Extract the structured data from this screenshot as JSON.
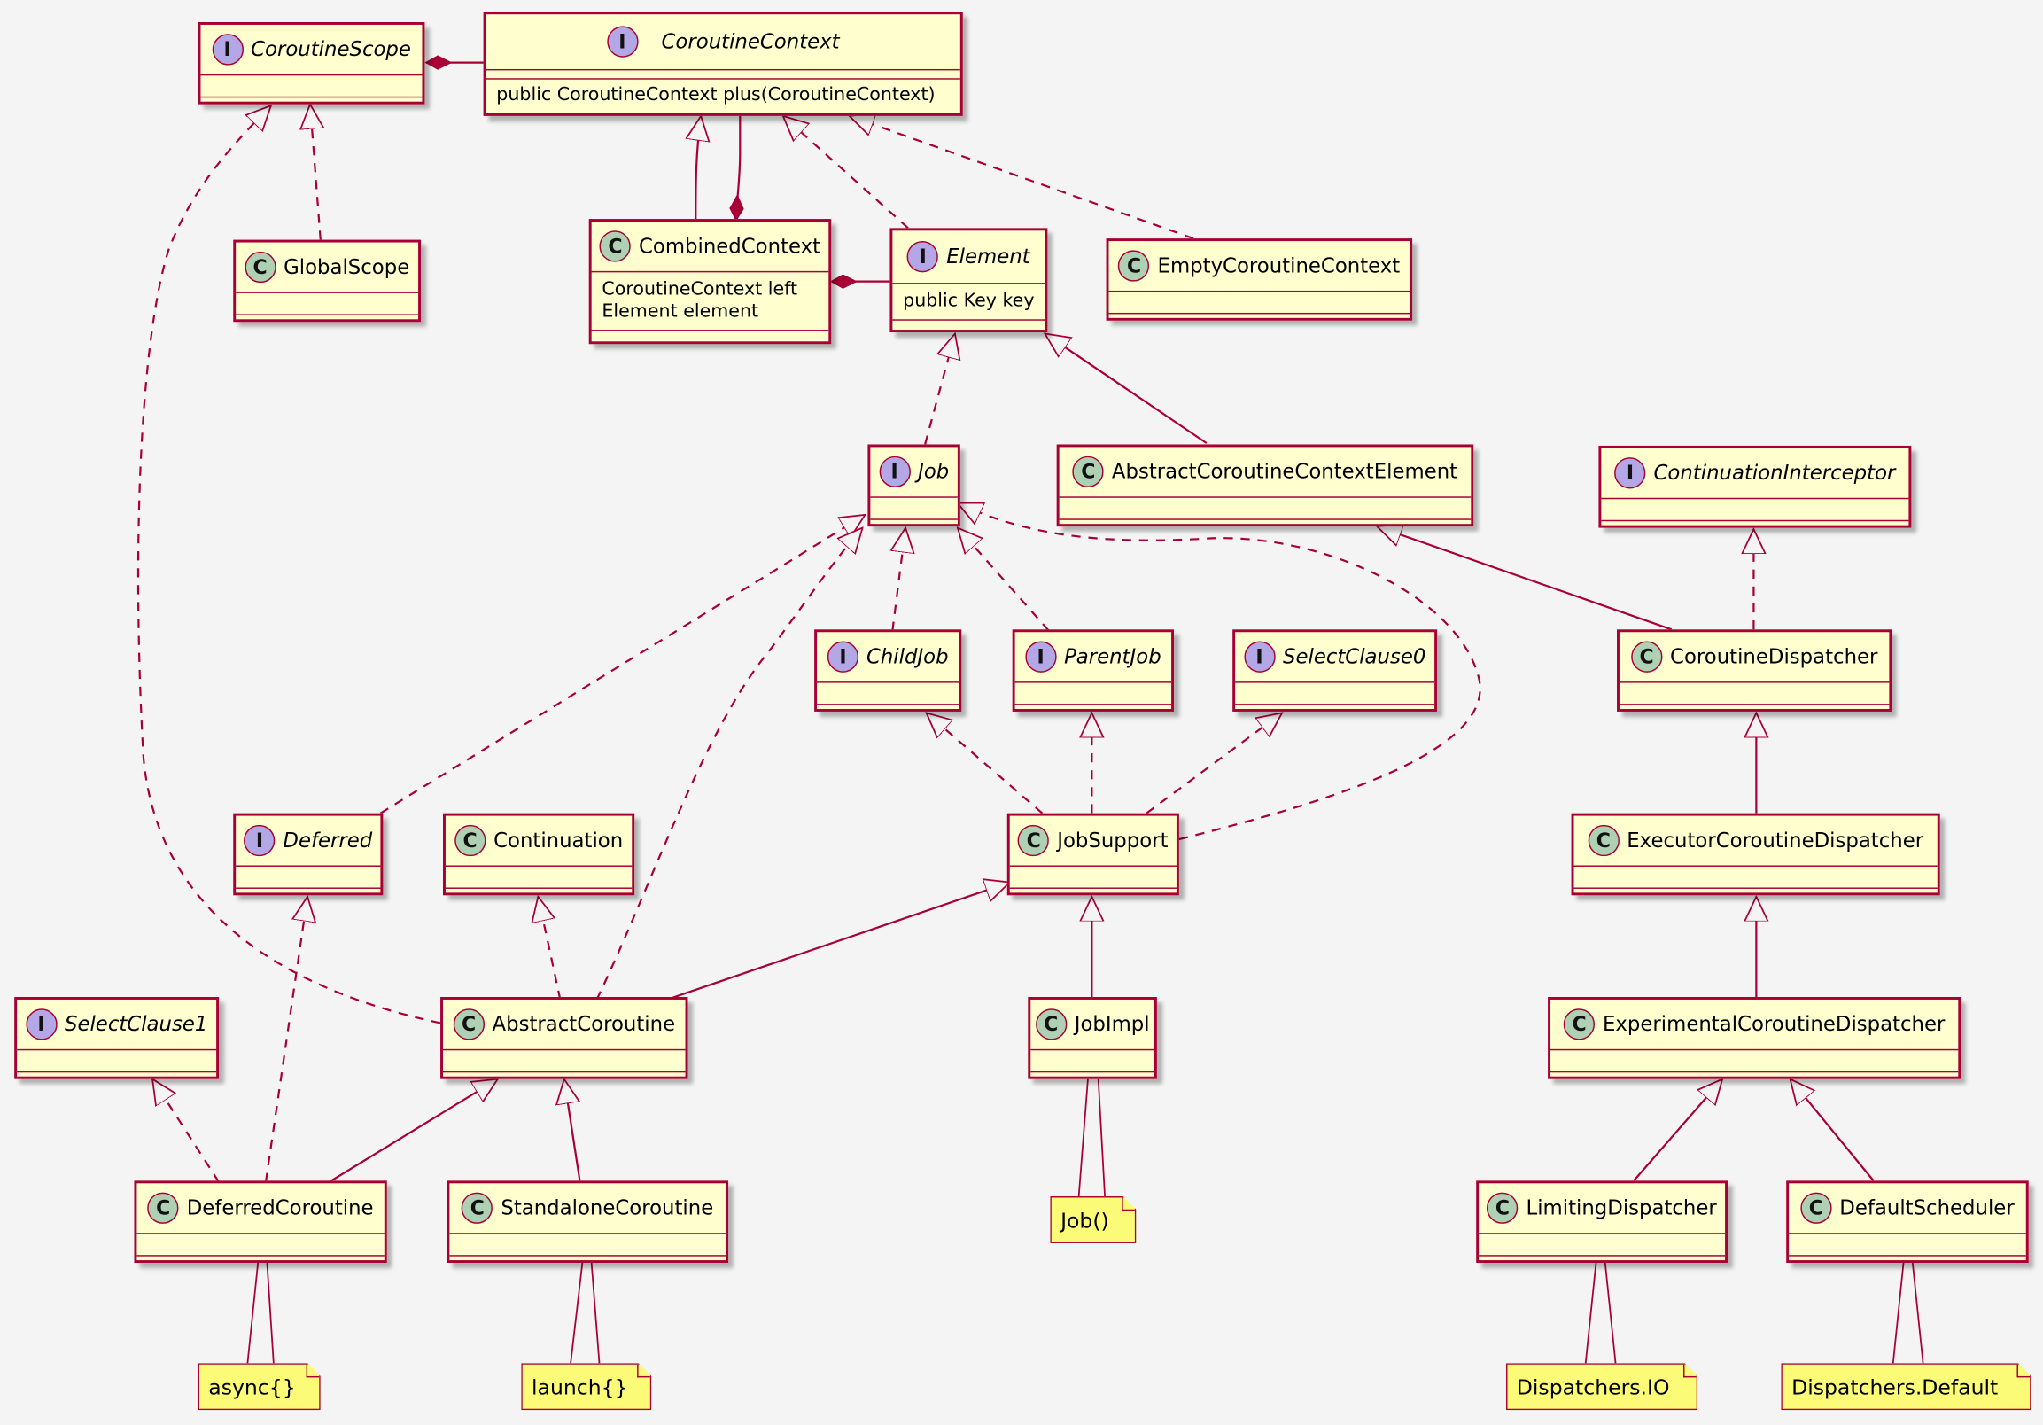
{
  "diagram": {
    "classes": {
      "coroutine_scope": {
        "stereotype": "I",
        "name": "CoroutineScope",
        "attrs": "",
        "methods": ""
      },
      "coroutine_context": {
        "stereotype": "I",
        "name": "CoroutineContext",
        "attrs": "",
        "methods": "public CoroutineContext plus(CoroutineContext)"
      },
      "global_scope": {
        "stereotype": "C",
        "name": "GlobalScope",
        "attrs": "",
        "methods": ""
      },
      "combined_context": {
        "stereotype": "C",
        "name": "CombinedContext",
        "attrs": "CoroutineContext left\nElement element",
        "methods": ""
      },
      "element": {
        "stereotype": "I",
        "name": "Element",
        "attrs": "public Key key",
        "methods": ""
      },
      "empty_coroutine_context": {
        "stereotype": "C",
        "name": "EmptyCoroutineContext",
        "attrs": "",
        "methods": ""
      },
      "job": {
        "stereotype": "I",
        "name": "Job",
        "attrs": "",
        "methods": ""
      },
      "abstract_coroutine_context_element": {
        "stereotype": "C",
        "name": "AbstractCoroutineContextElement",
        "attrs": "",
        "methods": ""
      },
      "continuation_interceptor": {
        "stereotype": "I",
        "name": "ContinuationInterceptor",
        "attrs": "",
        "methods": ""
      },
      "child_job": {
        "stereotype": "I",
        "name": "ChildJob",
        "attrs": "",
        "methods": ""
      },
      "parent_job": {
        "stereotype": "I",
        "name": "ParentJob",
        "attrs": "",
        "methods": ""
      },
      "select_clause0": {
        "stereotype": "I",
        "name": "SelectClause0",
        "attrs": "",
        "methods": ""
      },
      "coroutine_dispatcher": {
        "stereotype": "C",
        "name": "CoroutineDispatcher",
        "attrs": "",
        "methods": ""
      },
      "deferred": {
        "stereotype": "I",
        "name": "Deferred",
        "attrs": "",
        "methods": ""
      },
      "continuation": {
        "stereotype": "C",
        "name": "Continuation",
        "attrs": "",
        "methods": ""
      },
      "job_support": {
        "stereotype": "C",
        "name": "JobSupport",
        "attrs": "",
        "methods": ""
      },
      "executor_coroutine_dispatcher": {
        "stereotype": "C",
        "name": "ExecutorCoroutineDispatcher",
        "attrs": "",
        "methods": ""
      },
      "select_clause1": {
        "stereotype": "I",
        "name": "SelectClause1",
        "attrs": "",
        "methods": ""
      },
      "abstract_coroutine": {
        "stereotype": "C",
        "name": "AbstractCoroutine",
        "attrs": "",
        "methods": ""
      },
      "job_impl": {
        "stereotype": "C",
        "name": "JobImpl",
        "attrs": "",
        "methods": ""
      },
      "experimental_coroutine_dispatcher": {
        "stereotype": "C",
        "name": "ExperimentalCoroutineDispatcher",
        "attrs": "",
        "methods": ""
      },
      "deferred_coroutine": {
        "stereotype": "C",
        "name": "DeferredCoroutine",
        "attrs": "",
        "methods": ""
      },
      "standalone_coroutine": {
        "stereotype": "C",
        "name": "StandaloneCoroutine",
        "attrs": "",
        "methods": ""
      },
      "limiting_dispatcher": {
        "stereotype": "C",
        "name": "LimitingDispatcher",
        "attrs": "",
        "methods": ""
      },
      "default_scheduler": {
        "stereotype": "C",
        "name": "DefaultScheduler",
        "attrs": "",
        "methods": ""
      }
    },
    "notes": {
      "job_fn": "Job()",
      "async": "async{}",
      "launch": "launch{}",
      "dispatchers_io": "Dispatchers.IO",
      "dispatchers_default": "Dispatchers.Default"
    },
    "colors": {
      "background": "#F4F4F4",
      "class_fill": "#FEFECE",
      "border": "#A80036",
      "note_fill": "#FBFB77",
      "interface_badge": "#B4A7E5",
      "class_badge": "#ADD1B2"
    }
  }
}
